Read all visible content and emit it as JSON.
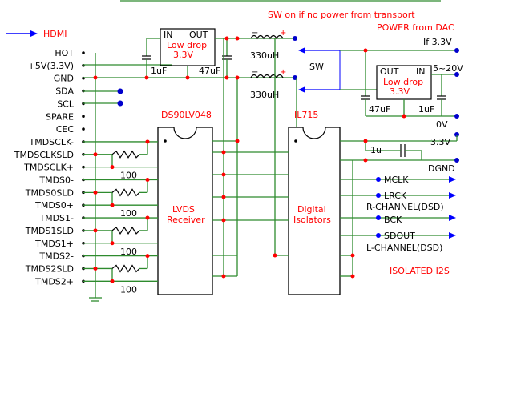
{
  "colors": {
    "wire": "#2e8b2e",
    "text": "#000000",
    "label_red": "#ff0000",
    "junction": "#ff0000",
    "pin_dot": "#0000cc",
    "arrow_blue": "#0000ff"
  },
  "header": {
    "sw_note": "SW on if no power from transport",
    "power_from_dac": "POWER from DAC"
  },
  "hdmi": {
    "label": "HDMI"
  },
  "pins": [
    "HOT",
    "+5V(3.3V)",
    "GND",
    "SDA",
    "SCL",
    "SPARE",
    "CEC",
    "TMDSCLK-",
    "TMDSCLKSLD",
    "TMDSCLK+",
    "TMDS0-",
    "TMDS0SLD",
    "TMDS0+",
    "TMDS1-",
    "TMDS1SLD",
    "TMDS1+",
    "TMDS2-",
    "TMDS2SLD",
    "TMDS2+"
  ],
  "resistor_value": "100",
  "reg_left": {
    "in": "IN",
    "out": "OUT",
    "line1": "Low drop",
    "line2": "3.3V",
    "cap_in": "1uF",
    "cap_out": "47uF"
  },
  "reg_right": {
    "in": "IN",
    "out": "OUT",
    "line1": "Low drop",
    "line2": "3.3V",
    "cap_in": "1uF",
    "cap_out": "47uF",
    "in_range": "5~20V",
    "gnd": "0V"
  },
  "inductors": [
    "330uH",
    "330uH"
  ],
  "sw_label": "SW",
  "if33": "If 3.3V",
  "chip1": {
    "name": "DS90LV048",
    "body1": "LVDS",
    "body2": "Receiver"
  },
  "chip2": {
    "name": "IL715",
    "body1": "Digital",
    "body2": "Isolators"
  },
  "iso_cap": "1u",
  "v33": "3.3V",
  "dgnd": "DGND",
  "outputs": {
    "mclk": "MCLK",
    "lrck": "LRCK",
    "rch": "R-CHANNEL(DSD)",
    "bck": "BCK",
    "sdout": "SDOUT",
    "lch": "L-CHANNEL(DSD)"
  },
  "isolated_i2s": "ISOLATED I2S"
}
